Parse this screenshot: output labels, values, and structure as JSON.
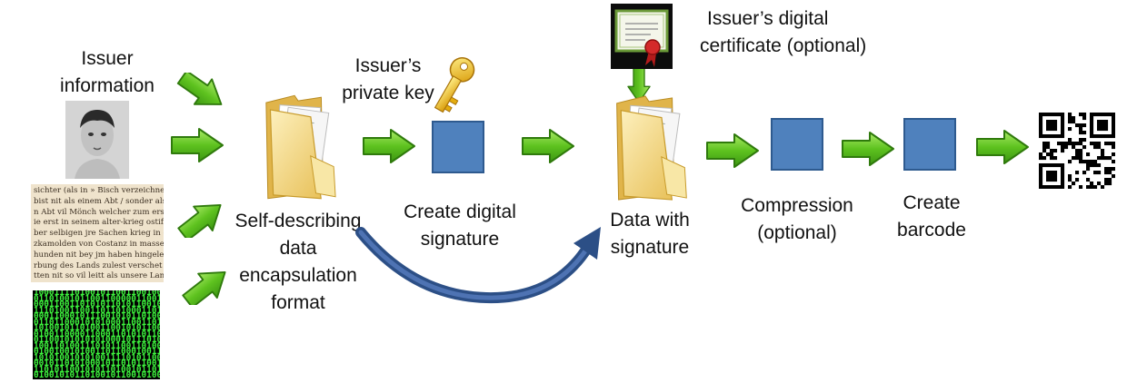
{
  "labels": {
    "issuer_info_1": "Issuer",
    "issuer_info_2": "information",
    "private_key_1": "Issuer’s",
    "private_key_2": "private key",
    "certificate_1": "Issuer’s digital",
    "certificate_2": "certificate (optional)",
    "encapsulation_1": "Self-describing",
    "encapsulation_2": "data",
    "encapsulation_3": "encapsulation",
    "encapsulation_4": "format",
    "signature_1": "Create digital",
    "signature_2": "signature",
    "data_sig_1": "Data with",
    "data_sig_2": "signature",
    "compression_1": "Compression",
    "compression_2": "(optional)",
    "barcode_1": "Create",
    "barcode_2": "barcode"
  },
  "document_text": [
    "sichter (als in » Bisch verzeichnet) wardjm b",
    "bist nit als einem Abt / sonder als einem Bisc",
    "n Abt vil Mönch welcher zum erst nit warde",
    "ie erst in seinem alter-krieg ostifft anng",
    "ber selbigen jre Sachen krieg in die ben erb",
    "zkamolden von Costanz in massen widerfor",
    "hunden nit bey jm haben hingelegt werden. Ve",
    "rbung des Lands zulest verschet haben. Sc",
    "tten nit so vil leitt als unsere Landschafft"
  ],
  "binary_text": [
    "1000111101001011001100100",
    "0110100101100110000011001",
    "0001100110101011010110010",
    "1110100110011011010001101",
    "0001100010111001010110100",
    "0110110001010100011001101",
    "1010010110100110010101100",
    "0100110000110001101010110",
    "0110010101010100010111010",
    "1001101001110101100110100",
    "0100100101001101100010011",
    "1010100101010011110101100",
    "0010110101000101101011001",
    "1101011001010110100101101",
    "0100101011010010110010100"
  ],
  "colors": {
    "arrow_fill": "#5ec21f",
    "arrow_dark": "#2f7a0c",
    "process_fill": "#4f81bd",
    "curved_arrow": "#2c4f86",
    "folder": "#f2d27a",
    "key": "#f3c319"
  },
  "icons": [
    "person-photo",
    "old-document",
    "binary-matrix",
    "key-icon",
    "certificate-icon",
    "folder-icon",
    "qr-code"
  ]
}
